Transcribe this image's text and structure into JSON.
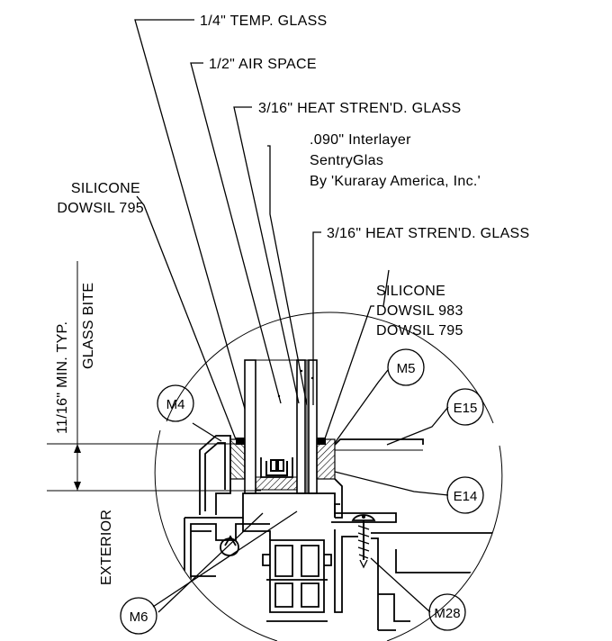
{
  "labels": {
    "temp_glass": "1/4\" TEMP. GLASS",
    "air_space": "1/2\" AIR SPACE",
    "heat_glass_1": "3/16\" HEAT STREN'D. GLASS",
    "interlayer_1": ".090\" Interlayer",
    "interlayer_2": "SentryGlas",
    "interlayer_3": "By 'Kuraray America, Inc.'",
    "silicone_left_1": "SILICONE",
    "silicone_left_2": "DOWSIL 795",
    "heat_glass_2": "3/16\" HEAT STREN'D. GLASS",
    "silicone_right_1": "SILICONE",
    "silicone_right_2": "DOWSIL 983",
    "silicone_right_3": "DOWSIL 795",
    "bite_1": "11/16\" MIN. TYP.",
    "bite_2": "GLASS BITE",
    "exterior": "EXTERIOR"
  },
  "tags": {
    "m4": "M4",
    "m5": "M5",
    "e15": "E15",
    "e14": "E14",
    "m28": "M28",
    "m6": "M6"
  }
}
